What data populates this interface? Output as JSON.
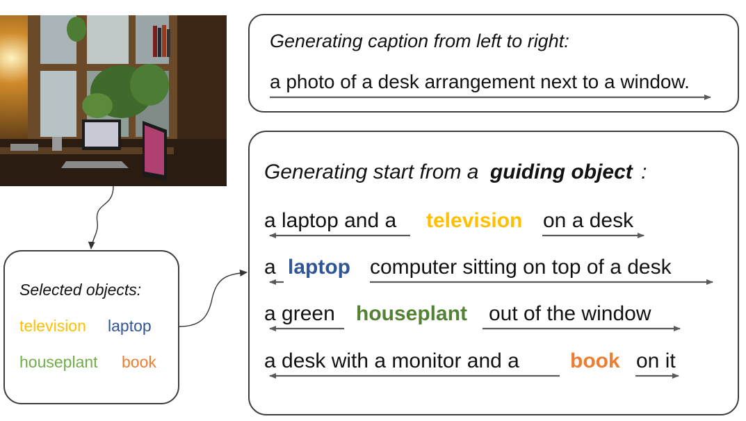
{
  "colors": {
    "television": "#ffc000",
    "laptop": "#2f5597",
    "houseplant": "#548235",
    "houseplant_light": "#70ad47",
    "book": "#ed7d31",
    "arrow": "#595959",
    "border": "#3c3c3c"
  },
  "photo": {
    "icon": "photo-desk-window"
  },
  "left_to_right": {
    "title": "Generating caption from left to right:",
    "caption": "a photo of a desk arrangement next to a window."
  },
  "selected": {
    "title": "Selected objects:",
    "objects": [
      "television",
      "laptop",
      "houseplant",
      "book"
    ]
  },
  "guided": {
    "title_prefix": "Generating start from a",
    "title_bold": "guiding object",
    "title_suffix": ":",
    "captions": [
      {
        "before": "a laptop and a",
        "object": "television",
        "after": "on a desk"
      },
      {
        "before": "a",
        "object": "laptop",
        "after": "computer sitting on top of a desk"
      },
      {
        "before": "a green",
        "object": "houseplant",
        "after": "out of the window"
      },
      {
        "before": "a desk with a monitor and a",
        "object": "book",
        "after": "on it"
      }
    ]
  }
}
